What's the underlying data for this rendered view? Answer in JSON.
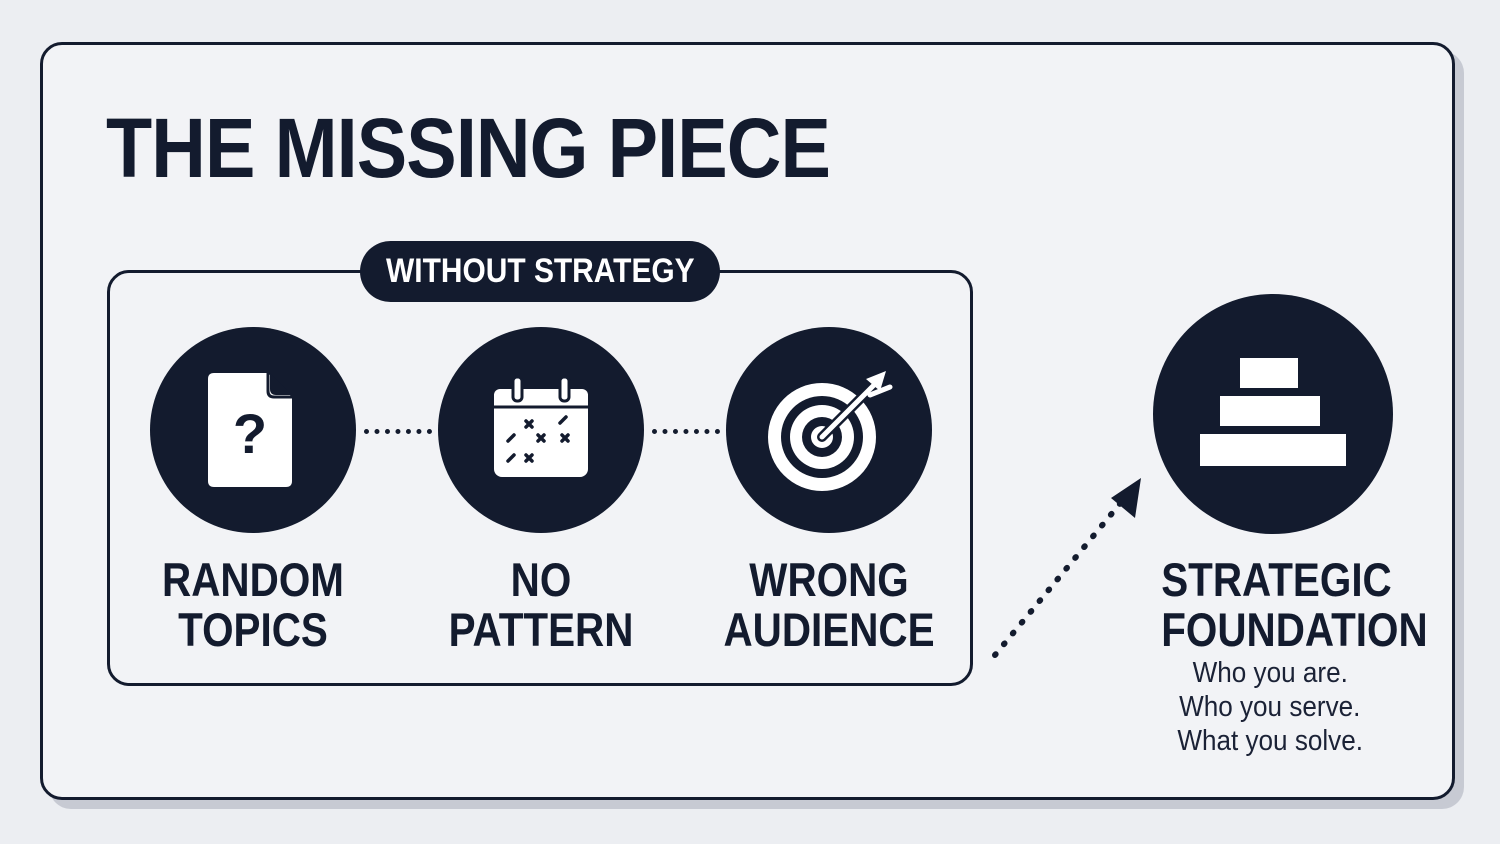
{
  "title": "THE MISSING PIECE",
  "group": {
    "label": "WITHOUT STRATEGY",
    "items": [
      {
        "line1": "RANDOM",
        "line2": "TOPICS",
        "icon": "question-document-icon"
      },
      {
        "line1": "NO",
        "line2": "PATTERN",
        "icon": "calendar-icon"
      },
      {
        "line1": "WRONG",
        "line2": "AUDIENCE",
        "icon": "target-icon"
      }
    ]
  },
  "result": {
    "line1": "STRATEGIC",
    "line2": "FOUNDATION",
    "icon": "stacked-blocks-icon",
    "lines": [
      "Who you are.",
      "Who you serve.",
      "What you solve."
    ]
  },
  "colors": {
    "ink": "#131b2e",
    "background": "#f2f3f6"
  }
}
